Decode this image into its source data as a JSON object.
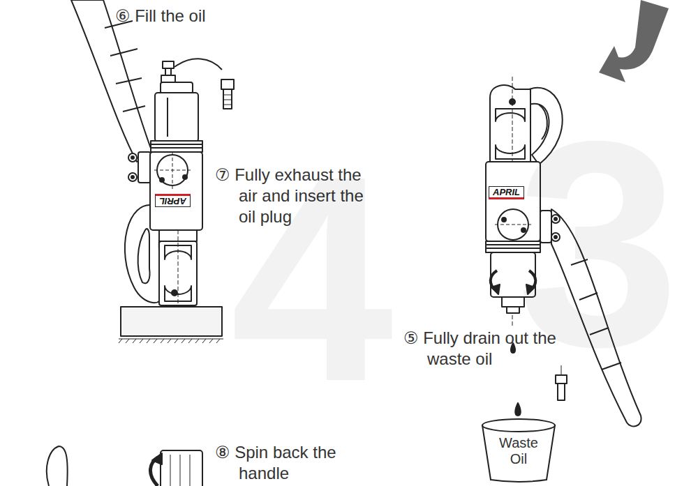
{
  "diagram": {
    "nodes": [
      {
        "text": [
          "Waste Oil"
        ]
      }
    ],
    "labels": [
      "⑥ Fill the oil",
      "⑦ Fully exhaust the air and insert the oil plug",
      "⑤ Fully drain out the waste oil",
      "⑧ Spin back the handle",
      "APRIL",
      "APRIL",
      "4",
      "3"
    ]
  }
}
